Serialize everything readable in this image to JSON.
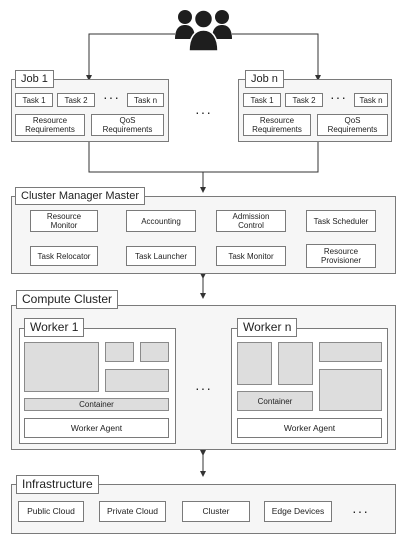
{
  "jobs": {
    "job1": {
      "label": "Job 1",
      "tasks": [
        "Task 1",
        "Task 2",
        "Task n"
      ],
      "ellipsis": "···",
      "requirements": [
        "Resource Requirements",
        "QoS Requirements"
      ]
    },
    "jobn": {
      "label": "Job n",
      "tasks": [
        "Task 1",
        "Task 2",
        "Task n"
      ],
      "ellipsis": "···",
      "requirements": [
        "Resource Requirements",
        "QoS Requirements"
      ]
    },
    "between_ellipsis": "···"
  },
  "cluster_manager": {
    "label": "Cluster Manager Master",
    "components": [
      "Resource Monitor",
      "Accounting",
      "Admission Control",
      "Task Scheduler",
      "Task Relocator",
      "Task Launcher",
      "Task Monitor",
      "Resource Provisioner"
    ]
  },
  "compute_cluster": {
    "label": "Compute Cluster",
    "worker1": {
      "label": "Worker 1",
      "container": "Container",
      "agent": "Worker Agent"
    },
    "workern": {
      "label": "Worker n",
      "container": "Container",
      "agent": "Worker Agent"
    },
    "between_ellipsis": "···"
  },
  "infrastructure": {
    "label": "Infrastructure",
    "items": [
      "Public Cloud",
      "Private Cloud",
      "Cluster",
      "Edge Devices"
    ],
    "ellipsis": "···"
  },
  "icons": {
    "users": "users-group-icon"
  },
  "colors": {
    "panel": "#f6f6f6",
    "gray_block": "#dddddd",
    "border": "#7a7a7a"
  }
}
